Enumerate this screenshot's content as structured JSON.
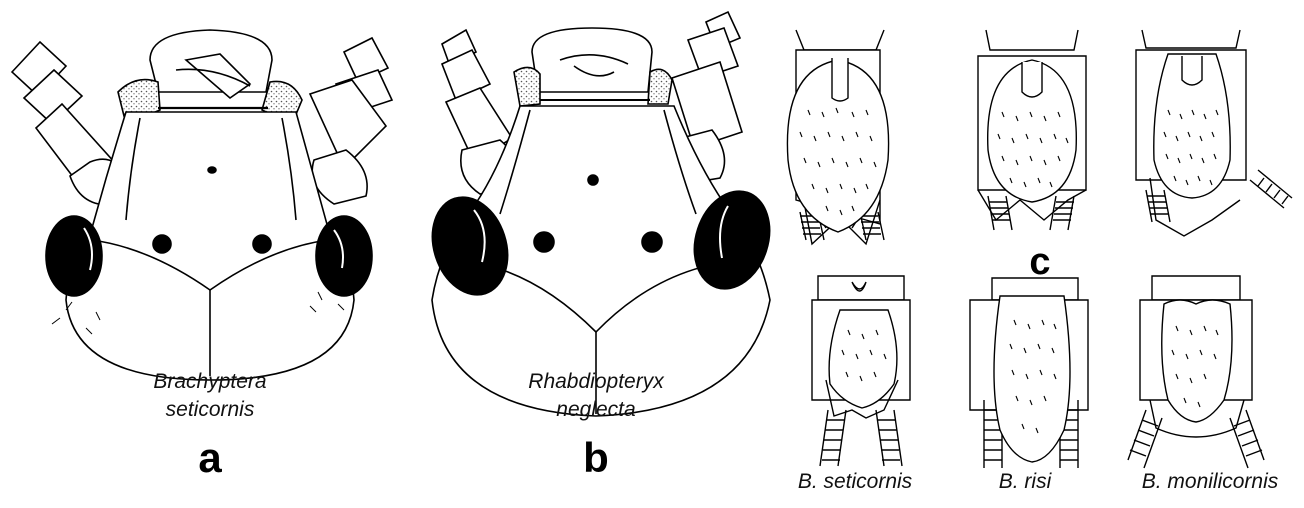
{
  "panels": {
    "a": {
      "letter": "a",
      "species_line1": "Brachyptera",
      "species_line2": "seticornis"
    },
    "b": {
      "letter": "b",
      "species_line1": "Rhabdiopteryx",
      "species_line2": "neglecta"
    },
    "c": {
      "letter": "c",
      "labels": [
        "B. seticornis",
        "B. risi",
        "B. monilicornis"
      ]
    }
  },
  "colors": {
    "ink": "#000000",
    "stipple": "#d9d9d9",
    "background": "#ffffff"
  }
}
